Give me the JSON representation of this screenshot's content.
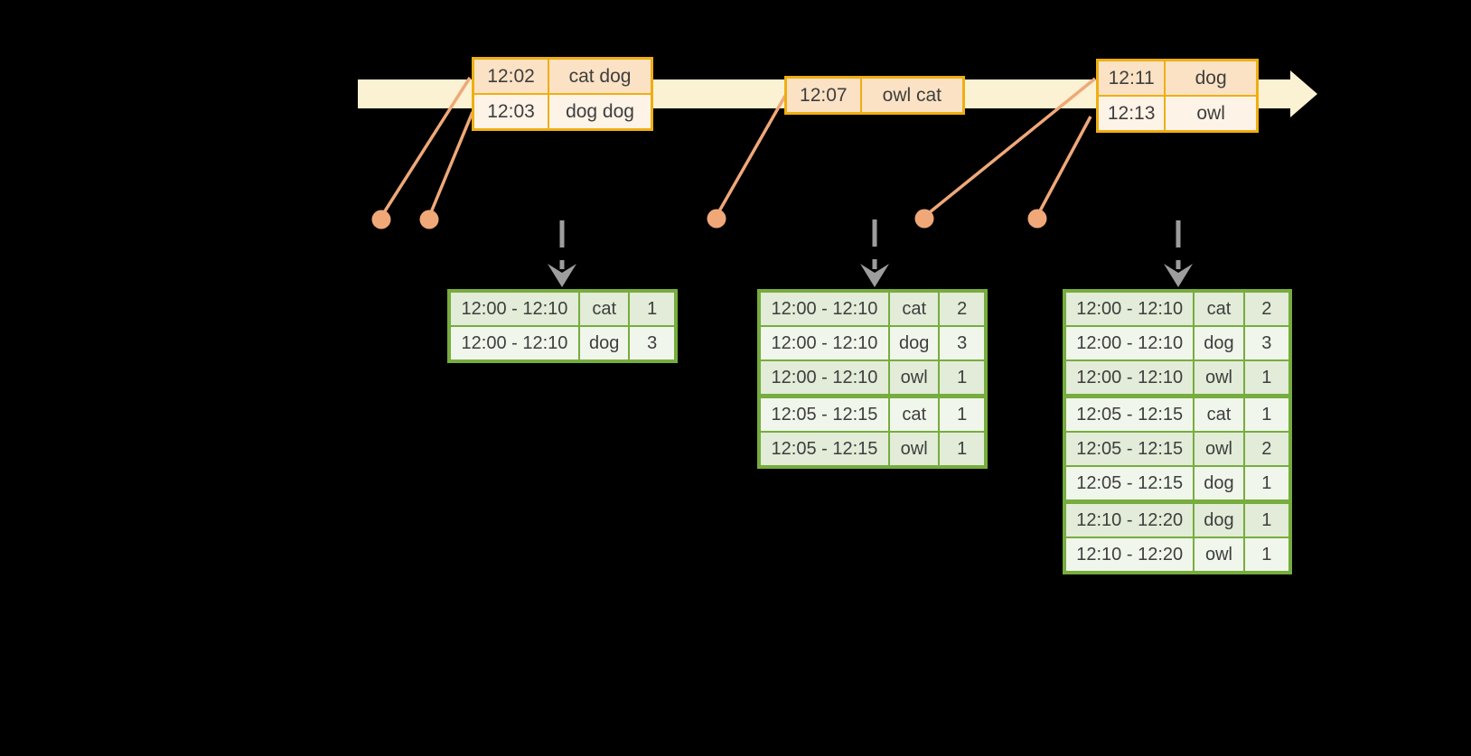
{
  "colors": {
    "canvas_bg": "#000000",
    "band": "#FAF2D2",
    "event_border": "#EFAE12",
    "event_row_dark": "#FBE2C4",
    "event_row_light": "#FDF3E7",
    "result_border": "#76AD3E",
    "result_row_dark": "#E2ECD8",
    "result_row_light": "#F1F6EC",
    "connector": "#F0A878",
    "trigger_arrow": "#9D9D9D",
    "text": "#3E3E3E"
  },
  "timeline": {
    "events": [
      {
        "rows": [
          {
            "time": "12:02",
            "words": "cat dog"
          },
          {
            "time": "12:03",
            "words": "dog dog"
          }
        ]
      },
      {
        "rows": [
          {
            "time": "12:07",
            "words": "owl cat"
          }
        ]
      },
      {
        "rows": [
          {
            "time": "12:11",
            "words": "dog"
          },
          {
            "time": "12:13",
            "words": "owl"
          }
        ]
      }
    ]
  },
  "results": [
    {
      "rows": [
        {
          "window": "12:00 - 12:10",
          "word": "cat",
          "count": "1"
        },
        {
          "window": "12:00 - 12:10",
          "word": "dog",
          "count": "3"
        }
      ]
    },
    {
      "rows": [
        {
          "window": "12:00 - 12:10",
          "word": "cat",
          "count": "2"
        },
        {
          "window": "12:00 - 12:10",
          "word": "dog",
          "count": "3"
        },
        {
          "window": "12:00 - 12:10",
          "word": "owl",
          "count": "1"
        },
        {
          "window": "12:05 - 12:15",
          "word": "cat",
          "count": "1"
        },
        {
          "window": "12:05 - 12:15",
          "word": "owl",
          "count": "1"
        }
      ]
    },
    {
      "rows": [
        {
          "window": "12:00 - 12:10",
          "word": "cat",
          "count": "2"
        },
        {
          "window": "12:00 - 12:10",
          "word": "dog",
          "count": "3"
        },
        {
          "window": "12:00 - 12:10",
          "word": "owl",
          "count": "1"
        },
        {
          "window": "12:05 - 12:15",
          "word": "cat",
          "count": "1"
        },
        {
          "window": "12:05 - 12:15",
          "word": "owl",
          "count": "2"
        },
        {
          "window": "12:05 - 12:15",
          "word": "dog",
          "count": "1"
        },
        {
          "window": "12:10 - 12:20",
          "word": "dog",
          "count": "1"
        },
        {
          "window": "12:10 - 12:20",
          "word": "owl",
          "count": "1"
        }
      ]
    }
  ]
}
